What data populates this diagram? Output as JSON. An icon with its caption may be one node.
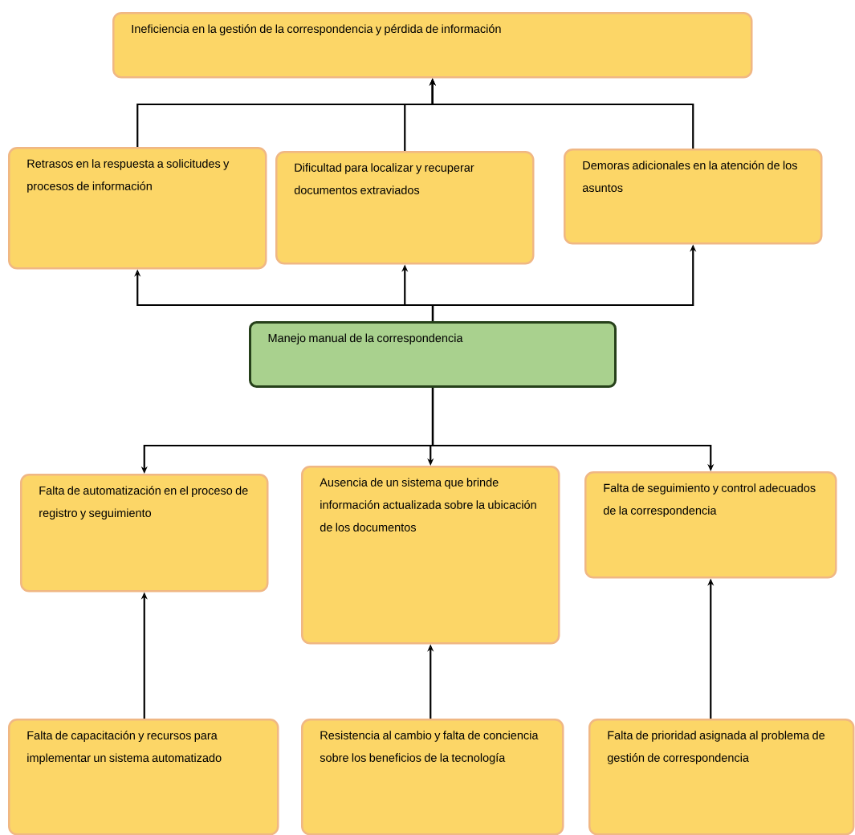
{
  "diagram": {
    "nodes": [
      {
        "text": [
          "Ineficiencia en la gestión de la correspondencia y pérdida de información"
        ]
      },
      {
        "text": [
          "Retrasos en la respuesta a solicitudes y procesos de información"
        ]
      },
      {
        "text": [
          "Dificultad para localizar y recuperar documentos extraviados"
        ]
      },
      {
        "text": [
          "Demoras adicionales en la atención de los asuntos"
        ]
      },
      {
        "text": [
          "Manejo manual de la correspondencia"
        ]
      },
      {
        "text": [
          "Falta de automatización en el proceso de registro y seguimiento"
        ]
      },
      {
        "text": [
          "Ausencia de un sistema que brinde información actualizada sobre la ubicación de los documentos"
        ]
      },
      {
        "text": [
          "Falta de seguimiento y control adecuados de la correspondencia"
        ]
      },
      {
        "text": [
          "Falta de capacitación y recursos para implementar un sistema automatizado"
        ]
      },
      {
        "text": [
          "Resistencia al cambio y falta de conciencia sobre los beneficios de la tecnología"
        ]
      },
      {
        "text": [
          "Falta de prioridad asignada al problema de gestión de correspondencia"
        ]
      }
    ],
    "edges": [
      {
        "from": 1,
        "to": 0,
        "arrow": "to"
      },
      {
        "from": 2,
        "to": 0,
        "arrow": "to"
      },
      {
        "from": 3,
        "to": 0,
        "arrow": "to"
      },
      {
        "from": 4,
        "to": 1,
        "arrow": "to"
      },
      {
        "from": 4,
        "to": 2,
        "arrow": "to"
      },
      {
        "from": 4,
        "to": 3,
        "arrow": "to"
      },
      {
        "from": 4,
        "to": 5,
        "arrow": "to"
      },
      {
        "from": 4,
        "to": 6,
        "arrow": "to"
      },
      {
        "from": 4,
        "to": 7,
        "arrow": "to"
      },
      {
        "from": 8,
        "to": 5,
        "arrow": "to"
      },
      {
        "from": 9,
        "to": 6,
        "arrow": "to"
      },
      {
        "from": 10,
        "to": 7,
        "arrow": "to"
      }
    ]
  }
}
